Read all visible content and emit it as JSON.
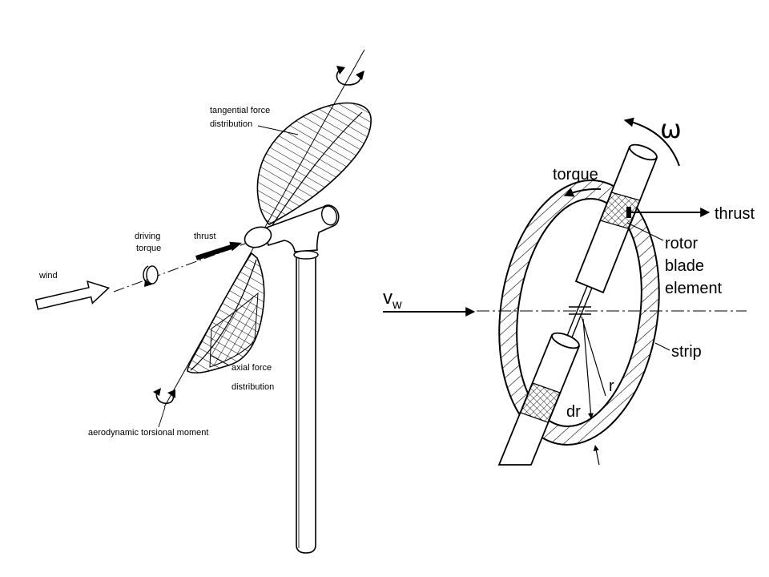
{
  "left_diagram": {
    "tangential_force": [
      "tangential force",
      "distribution"
    ],
    "thrust": "thrust",
    "driving_torque": [
      "driving",
      "torque"
    ],
    "wind": "wind",
    "axial_force": [
      "axial force",
      "distribution"
    ],
    "torsional_moment": "aerodynamic torsional moment"
  },
  "right_diagram": {
    "omega": "ω",
    "torque": "torque",
    "thrust": "thrust",
    "rotor_blade_element": [
      "rotor",
      "blade",
      "element"
    ],
    "wind_speed_symbol": "v",
    "wind_speed_subscript": "w",
    "strip": "strip",
    "dr": "dr",
    "r": "r"
  }
}
